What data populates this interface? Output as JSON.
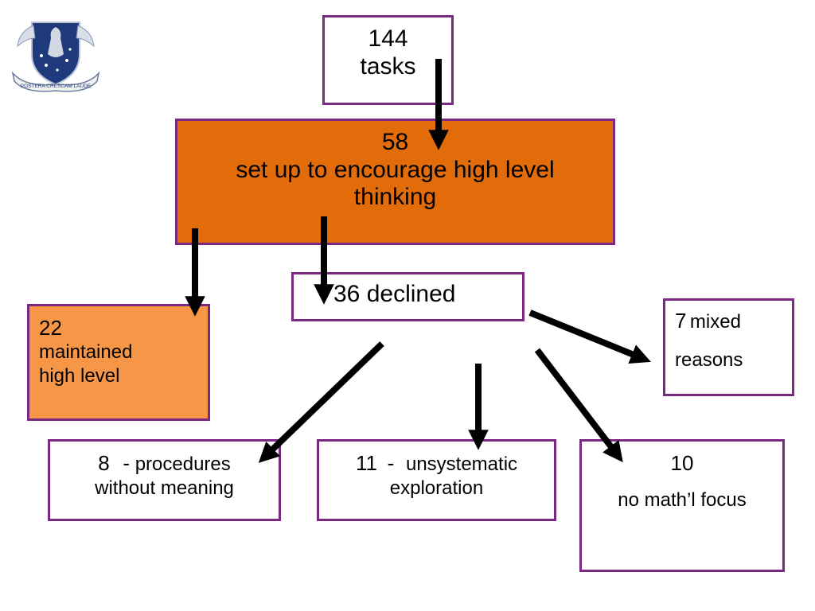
{
  "logo": {
    "motto": "POSTERA CRESCAM LAUDE"
  },
  "nodes": {
    "total": {
      "count": "144",
      "label": "tasks"
    },
    "encourage": {
      "count": "58",
      "label": "set up to encourage high level thinking"
    },
    "declined": {
      "label": "36 declined"
    },
    "maintained": {
      "count": "22",
      "label_line1": "maintained",
      "label_line2": "high level"
    },
    "mixed": {
      "count": "7",
      "label_line1": "mixed",
      "label_line2": "reasons"
    },
    "procedures": {
      "count": "8",
      "dash": "-",
      "label_line1": "procedures",
      "label_line2": "without meaning"
    },
    "unsystematic": {
      "count": "11",
      "dash": "-",
      "label_line1": "unsystematic",
      "label_line2": "exploration"
    },
    "nomath": {
      "count": "10",
      "label": "no math’l focus"
    }
  },
  "colors": {
    "border": "#7b2a83",
    "encourage_fill": "#e36c0a",
    "maintained_fill": "#f79646",
    "arrow": "#000000"
  }
}
